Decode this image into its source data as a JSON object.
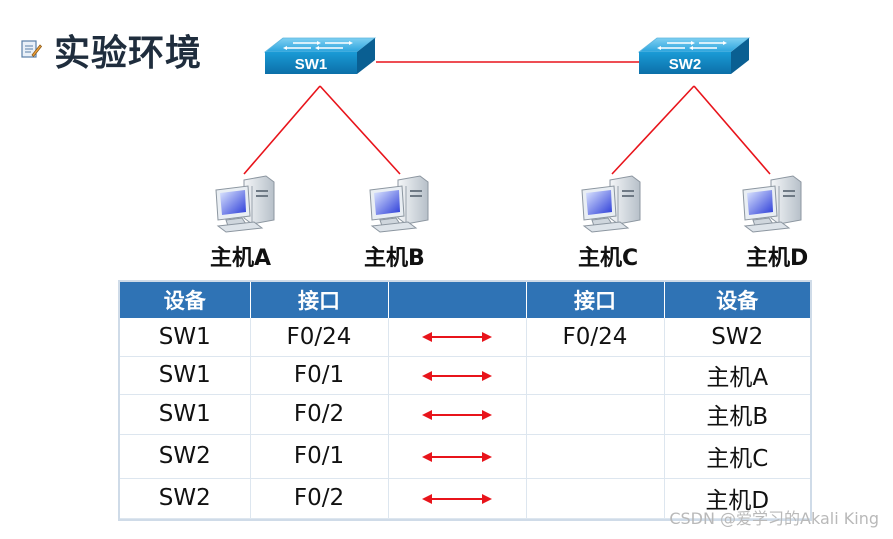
{
  "title": "实验环境",
  "switches": [
    {
      "id": "sw1",
      "label": "SW1"
    },
    {
      "id": "sw2",
      "label": "SW2"
    }
  ],
  "hosts": [
    {
      "id": "a",
      "label": "主机A"
    },
    {
      "id": "b",
      "label": "主机B"
    },
    {
      "id": "c",
      "label": "主机C"
    },
    {
      "id": "d",
      "label": "主机D"
    }
  ],
  "table": {
    "headers": [
      "设备",
      "接口",
      "",
      "接口",
      "设备"
    ],
    "rows": [
      [
        "SW1",
        "F0/24",
        "",
        "F0/24",
        "SW2"
      ],
      [
        "SW1",
        "F0/1",
        "",
        "",
        "主机A"
      ],
      [
        "SW1",
        "F0/2",
        "",
        "",
        "主机B"
      ],
      [
        "SW2",
        "F0/1",
        "",
        "",
        "主机C"
      ],
      [
        "SW2",
        "F0/2",
        "",
        "",
        "主机D"
      ]
    ]
  },
  "colors": {
    "header_bg": "#2f73b5",
    "link": "#e8141b",
    "switch": "#1b9fd8"
  },
  "watermark": "CSDN @爱学习的Akali King"
}
